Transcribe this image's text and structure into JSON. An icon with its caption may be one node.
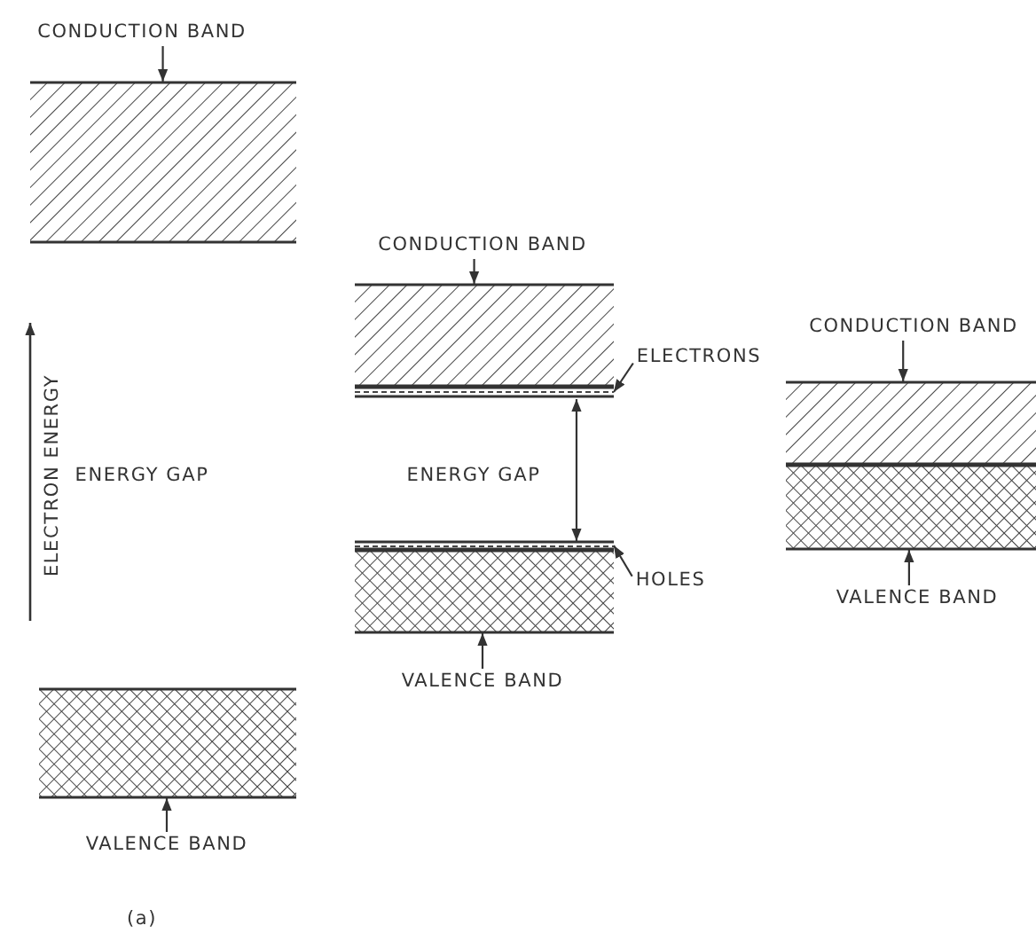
{
  "diagram": {
    "nodes": [
      {
        "text": [
          "CONDUCTION BAND"
        ]
      },
      {
        "text": [],
        "shape": "box"
      },
      {
        "text": [],
        "shape": "box"
      },
      {
        "text": [
          "VALENCE BAND"
        ]
      },
      {
        "text": [
          "CONDUCTION BAND"
        ]
      },
      {
        "text": [],
        "shape": "box"
      },
      {
        "text": [
          "ELECTRONS"
        ]
      },
      {
        "text": [],
        "shape": "bar"
      },
      {
        "text": [],
        "shape": "bar"
      },
      {
        "text": [
          "HOLES"
        ]
      },
      {
        "text": [],
        "shape": "box"
      },
      {
        "text": [
          "VALENCE BAND"
        ]
      },
      {
        "text": [
          "CONDUCTION BAND"
        ]
      },
      {
        "text": [],
        "shape": "box"
      },
      {
        "text": [],
        "shape": "box"
      },
      {
        "text": [
          "VALENCE BAND"
        ]
      }
    ],
    "edges": [
      {
        "from": 0,
        "to": 1,
        "arrow": "to"
      },
      {
        "from": 3,
        "to": 2,
        "arrow": "to"
      },
      {
        "from": 4,
        "to": 5,
        "arrow": "to"
      },
      {
        "from": 6,
        "to": 7,
        "arrow": "to"
      },
      {
        "from": 9,
        "to": 8,
        "arrow": "to"
      },
      {
        "from": 11,
        "to": 10,
        "arrow": "to"
      },
      {
        "from": 12,
        "to": 13,
        "arrow": "to"
      },
      {
        "from": 15,
        "to": 14,
        "arrow": "to"
      },
      {
        "from": 7,
        "to": 8,
        "arrow": "both"
      }
    ],
    "labels": [
      "ELECTRON ENERGY",
      "ENERGY GAP",
      "ENERGY GAP",
      "(a)"
    ]
  }
}
